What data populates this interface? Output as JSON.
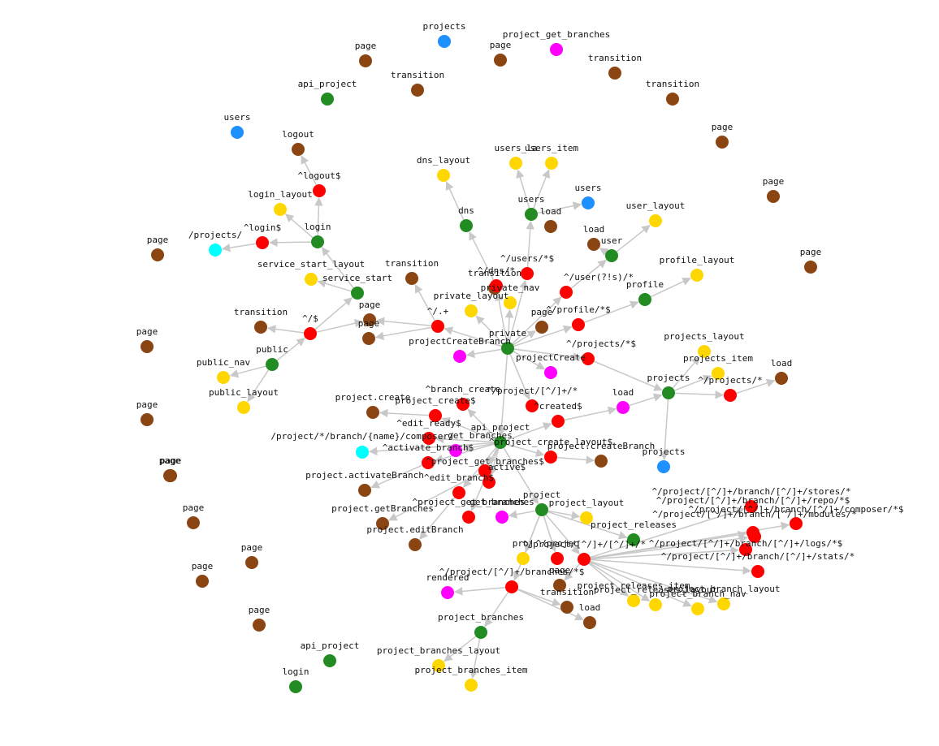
{
  "colors": {
    "route": "#ff0000",
    "state": "#228b22",
    "page": "#8b4513",
    "layout": "#ffd700",
    "resource": "#1e90ff",
    "action": "#ff00ff",
    "external": "#00ffff",
    "edge": "#c8c8c8"
  },
  "nodes": [
    {
      "id": "n1",
      "label": "projects",
      "kind": "resource"
    },
    {
      "id": "n2",
      "label": "page",
      "kind": "page"
    },
    {
      "id": "n3",
      "label": "page",
      "kind": "page"
    },
    {
      "id": "n4",
      "label": "project_get_branches",
      "kind": "action"
    },
    {
      "id": "n5",
      "label": "transition",
      "kind": "page"
    },
    {
      "id": "n6",
      "label": "api_project",
      "kind": "state"
    },
    {
      "id": "n7",
      "label": "transition",
      "kind": "page"
    },
    {
      "id": "n8",
      "label": "transition",
      "kind": "page"
    },
    {
      "id": "n9",
      "label": "users",
      "kind": "resource"
    },
    {
      "id": "n10",
      "label": "logout",
      "kind": "page"
    },
    {
      "id": "n11",
      "label": "page",
      "kind": "page"
    },
    {
      "id": "n12",
      "label": "page",
      "kind": "page"
    },
    {
      "id": "n13",
      "label": "^logout$",
      "kind": "route"
    },
    {
      "id": "n14",
      "label": "login_layout",
      "kind": "layout"
    },
    {
      "id": "n15",
      "label": "dns_layout",
      "kind": "layout"
    },
    {
      "id": "n16",
      "label": "users_la",
      "kind": "layout"
    },
    {
      "id": "n17",
      "label": "users_item",
      "kind": "layout"
    },
    {
      "id": "n18",
      "label": "users",
      "kind": "resource"
    },
    {
      "id": "n19",
      "label": "users",
      "kind": "state"
    },
    {
      "id": "n20",
      "label": "load",
      "kind": "page"
    },
    {
      "id": "n21",
      "label": "dns",
      "kind": "state"
    },
    {
      "id": "n22",
      "label": "user_layout",
      "kind": "layout"
    },
    {
      "id": "n23",
      "label": "/projects/",
      "kind": "external"
    },
    {
      "id": "n24",
      "label": "^login$",
      "kind": "route"
    },
    {
      "id": "n25",
      "label": "login",
      "kind": "state"
    },
    {
      "id": "n26",
      "label": "page",
      "kind": "page"
    },
    {
      "id": "n27",
      "label": "load",
      "kind": "page"
    },
    {
      "id": "n28",
      "label": "user",
      "kind": "state"
    },
    {
      "id": "n29",
      "label": "page",
      "kind": "page"
    },
    {
      "id": "n30",
      "label": "service_start_layout",
      "kind": "layout"
    },
    {
      "id": "n31",
      "label": "service_start",
      "kind": "state"
    },
    {
      "id": "n32",
      "label": "transition",
      "kind": "page"
    },
    {
      "id": "n33",
      "label": "^/users/*$",
      "kind": "route"
    },
    {
      "id": "n34",
      "label": "^/dns/*",
      "kind": "route"
    },
    {
      "id": "n35",
      "label": "private_nav",
      "kind": "layout"
    },
    {
      "id": "n36",
      "label": "^/user(?!s)/*",
      "kind": "route"
    },
    {
      "id": "n37",
      "label": "profile_layout",
      "kind": "layout"
    },
    {
      "id": "n38",
      "label": "profile",
      "kind": "state"
    },
    {
      "id": "n39",
      "label": "private_layout",
      "kind": "layout"
    },
    {
      "id": "n40",
      "label": "transition",
      "kind": "page"
    },
    {
      "id": "n41",
      "label": "transition",
      "kind": "page"
    },
    {
      "id": "n42",
      "label": "^/$",
      "kind": "route"
    },
    {
      "id": "n43",
      "label": "page",
      "kind": "page"
    },
    {
      "id": "n44",
      "label": "^/.+",
      "kind": "route"
    },
    {
      "id": "n45",
      "label": "page",
      "kind": "page"
    },
    {
      "id": "n46",
      "label": "^/profile/*$",
      "kind": "route"
    },
    {
      "id": "n47",
      "label": "private",
      "kind": "state"
    },
    {
      "id": "n48",
      "label": "page",
      "kind": "page"
    },
    {
      "id": "n49",
      "label": "projectCreateBranch",
      "kind": "action"
    },
    {
      "id": "n50",
      "label": "projects_layout",
      "kind": "layout"
    },
    {
      "id": "n51",
      "label": "^/projects/*$",
      "kind": "route"
    },
    {
      "id": "n52",
      "label": "projectCreate",
      "kind": "action"
    },
    {
      "id": "n53",
      "label": "projects_item",
      "kind": "layout"
    },
    {
      "id": "n54",
      "label": "load",
      "kind": "page"
    },
    {
      "id": "n55",
      "label": "public",
      "kind": "state"
    },
    {
      "id": "n56",
      "label": "public_nav",
      "kind": "layout"
    },
    {
      "id": "n57",
      "label": "projects",
      "kind": "state"
    },
    {
      "id": "n58",
      "label": "^/projects/*",
      "kind": "route"
    },
    {
      "id": "n59",
      "label": "^branch_create",
      "kind": "route"
    },
    {
      "id": "n60",
      "label": "^/project/[^/]+/*",
      "kind": "route"
    },
    {
      "id": "n61",
      "label": "public_layout",
      "kind": "layout"
    },
    {
      "id": "n62",
      "label": "project.create",
      "kind": "page"
    },
    {
      "id": "n63",
      "label": "project_create$",
      "kind": "route"
    },
    {
      "id": "n64",
      "label": "load",
      "kind": "action"
    },
    {
      "id": "n65",
      "label": "^created$",
      "kind": "route"
    },
    {
      "id": "n66",
      "label": "page",
      "kind": "page"
    },
    {
      "id": "n67",
      "label": "^edit_ready$",
      "kind": "route"
    },
    {
      "id": "n68",
      "label": "api_project",
      "kind": "state"
    },
    {
      "id": "n69",
      "label": "get_branches",
      "kind": "action"
    },
    {
      "id": "n70",
      "label": "/project/*/branch/{name}/composer/",
      "kind": "external"
    },
    {
      "id": "n71",
      "label": "^project_create_layout$",
      "kind": "route"
    },
    {
      "id": "n72",
      "label": "^activate_branch$",
      "kind": "route"
    },
    {
      "id": "n73",
      "label": "project.createBranch",
      "kind": "page"
    },
    {
      "id": "n74",
      "label": "projects",
      "kind": "resource"
    },
    {
      "id": "n75",
      "label": "^project_get_branches$",
      "kind": "route"
    },
    {
      "id": "n76",
      "label": "active$",
      "kind": "route"
    },
    {
      "id": "n77",
      "label": "page",
      "kind": "page"
    },
    {
      "id": "n78",
      "label": "project.activateBranch",
      "kind": "page"
    },
    {
      "id": "n79",
      "label": "^edit_branch$",
      "kind": "route"
    },
    {
      "id": "n80",
      "label": "page",
      "kind": "page"
    },
    {
      "id": "n81",
      "label": "^/project/[^/]+/branch/[^/]+/stores/*",
      "kind": "route"
    },
    {
      "id": "n82",
      "label": "^/project/[^/]+/branch/[^/]+/repo/*$",
      "kind": "route"
    },
    {
      "id": "n83",
      "label": "project",
      "kind": "state"
    },
    {
      "id": "n84",
      "label": "^project_get_branches",
      "kind": "route"
    },
    {
      "id": "n85",
      "label": "get_branches",
      "kind": "action"
    },
    {
      "id": "n86",
      "label": "project_layout",
      "kind": "layout"
    },
    {
      "id": "n87",
      "label": "project.getBranches",
      "kind": "page"
    },
    {
      "id": "n88",
      "label": "^/project/[^/]+/branch/[^/]+/modules/*",
      "kind": "route"
    },
    {
      "id": "n89",
      "label": "project_releases",
      "kind": "state"
    },
    {
      "id": "n90",
      "label": "page",
      "kind": "page"
    },
    {
      "id": "n91",
      "label": "project.editBranch",
      "kind": "page"
    },
    {
      "id": "n92",
      "label": "^/project/[^/]+/branch/[^/]+/composer/*$",
      "kind": "route"
    },
    {
      "id": "n93",
      "label": "proj",
      "kind": "layout"
    },
    {
      "id": "n94",
      "label": "^/projec",
      "kind": "route"
    },
    {
      "id": "n95",
      "label": "^/project/[^/]+/[^/]+/*",
      "kind": "route"
    },
    {
      "id": "n96",
      "label": "^/project/[^/]+/branch/[^/]+/logs/*$",
      "kind": "route"
    },
    {
      "id": "n97",
      "label": "page",
      "kind": "page"
    },
    {
      "id": "n98",
      "label": "^/project/[^/]+/branch/[^/]+/stats/*",
      "kind": "route"
    },
    {
      "id": "n99",
      "label": "page",
      "kind": "page"
    },
    {
      "id": "n100",
      "label": "page",
      "kind": "page"
    },
    {
      "id": "n101",
      "label": "rendered",
      "kind": "action"
    },
    {
      "id": "n102",
      "label": "^/project/[^/]+/branches/*$",
      "kind": "route"
    },
    {
      "id": "n103",
      "label": "page",
      "kind": "page"
    },
    {
      "id": "n104",
      "label": "project_releases_item",
      "kind": "layout"
    },
    {
      "id": "n105",
      "label": "project_releases_layout",
      "kind": "layout"
    },
    {
      "id": "n106",
      "label": "project_branch_layout",
      "kind": "layout"
    },
    {
      "id": "n107",
      "label": "transition",
      "kind": "page"
    },
    {
      "id": "n108",
      "label": "project_branch_nav",
      "kind": "layout"
    },
    {
      "id": "n109",
      "label": "load",
      "kind": "page"
    },
    {
      "id": "n110",
      "label": "page",
      "kind": "page"
    },
    {
      "id": "n111",
      "label": "project_branches",
      "kind": "state"
    },
    {
      "id": "n112",
      "label": "api_project",
      "kind": "state"
    },
    {
      "id": "n113",
      "label": "project_branches_layout",
      "kind": "layout"
    },
    {
      "id": "n114",
      "label": "login",
      "kind": "state"
    },
    {
      "id": "n115",
      "label": "project_branches_item",
      "kind": "layout"
    }
  ],
  "edges": [
    [
      "n25",
      "n13"
    ],
    [
      "n13",
      "n10"
    ],
    [
      "n25",
      "n14"
    ],
    [
      "n25",
      "n24"
    ],
    [
      "n24",
      "n23"
    ],
    [
      "n31",
      "n25"
    ],
    [
      "n31",
      "n30"
    ],
    [
      "n55",
      "n42"
    ],
    [
      "n55",
      "n56"
    ],
    [
      "n55",
      "n61"
    ],
    [
      "n42",
      "n41"
    ],
    [
      "n42",
      "n43"
    ],
    [
      "n42",
      "n31"
    ],
    [
      "n47",
      "n44"
    ],
    [
      "n44",
      "n43"
    ],
    [
      "n44",
      "n40"
    ],
    [
      "n44",
      "n45"
    ],
    [
      "n47",
      "n34"
    ],
    [
      "n34",
      "n21"
    ],
    [
      "n21",
      "n15"
    ],
    [
      "n47",
      "n33"
    ],
    [
      "n33",
      "n19"
    ],
    [
      "n19",
      "n16"
    ],
    [
      "n19",
      "n17"
    ],
    [
      "n19",
      "n18"
    ],
    [
      "n47",
      "n36"
    ],
    [
      "n36",
      "n28"
    ],
    [
      "n28",
      "n27"
    ],
    [
      "n28",
      "n22"
    ],
    [
      "n47",
      "n46"
    ],
    [
      "n46",
      "n38"
    ],
    [
      "n38",
      "n37"
    ],
    [
      "n47",
      "n35"
    ],
    [
      "n47",
      "n39"
    ],
    [
      "n47",
      "n48"
    ],
    [
      "n47",
      "n51"
    ],
    [
      "n51",
      "n57"
    ],
    [
      "n57",
      "n50"
    ],
    [
      "n57",
      "n53"
    ],
    [
      "n57",
      "n58"
    ],
    [
      "n58",
      "n54"
    ],
    [
      "n57",
      "n74"
    ],
    [
      "n47",
      "n49"
    ],
    [
      "n47",
      "n52"
    ],
    [
      "n47",
      "n60"
    ],
    [
      "n68",
      "n59"
    ],
    [
      "n68",
      "n63"
    ],
    [
      "n63",
      "n62"
    ],
    [
      "n68",
      "n65"
    ],
    [
      "n65",
      "n64"
    ],
    [
      "n64",
      "n57"
    ],
    [
      "n68",
      "n67"
    ],
    [
      "n68",
      "n69"
    ],
    [
      "n68",
      "n70"
    ],
    [
      "n68",
      "n71"
    ],
    [
      "n71",
      "n73"
    ],
    [
      "n68",
      "n72"
    ],
    [
      "n72",
      "n78"
    ],
    [
      "n68",
      "n75"
    ],
    [
      "n75",
      "n87"
    ],
    [
      "n68",
      "n76"
    ],
    [
      "n68",
      "n79"
    ],
    [
      "n79",
      "n91"
    ],
    [
      "n68",
      "n83"
    ],
    [
      "n68",
      "n84"
    ],
    [
      "n83",
      "n86"
    ],
    [
      "n83",
      "n89"
    ],
    [
      "n83",
      "n85"
    ],
    [
      "n83",
      "n93"
    ],
    [
      "n83",
      "n94"
    ],
    [
      "n83",
      "n95"
    ],
    [
      "n95",
      "n97"
    ],
    [
      "n95",
      "n104"
    ],
    [
      "n95",
      "n105"
    ],
    [
      "n95",
      "n106"
    ],
    [
      "n95",
      "n108"
    ],
    [
      "n95",
      "n81"
    ],
    [
      "n95",
      "n82"
    ],
    [
      "n95",
      "n88"
    ],
    [
      "n95",
      "n92"
    ],
    [
      "n95",
      "n96"
    ],
    [
      "n95",
      "n98"
    ],
    [
      "n83",
      "n102"
    ],
    [
      "n102",
      "n101"
    ],
    [
      "n102",
      "n107"
    ],
    [
      "n102",
      "n109"
    ],
    [
      "n102",
      "n111"
    ],
    [
      "n111",
      "n113"
    ],
    [
      "n111",
      "n115"
    ],
    [
      "n47",
      "n68"
    ]
  ]
}
